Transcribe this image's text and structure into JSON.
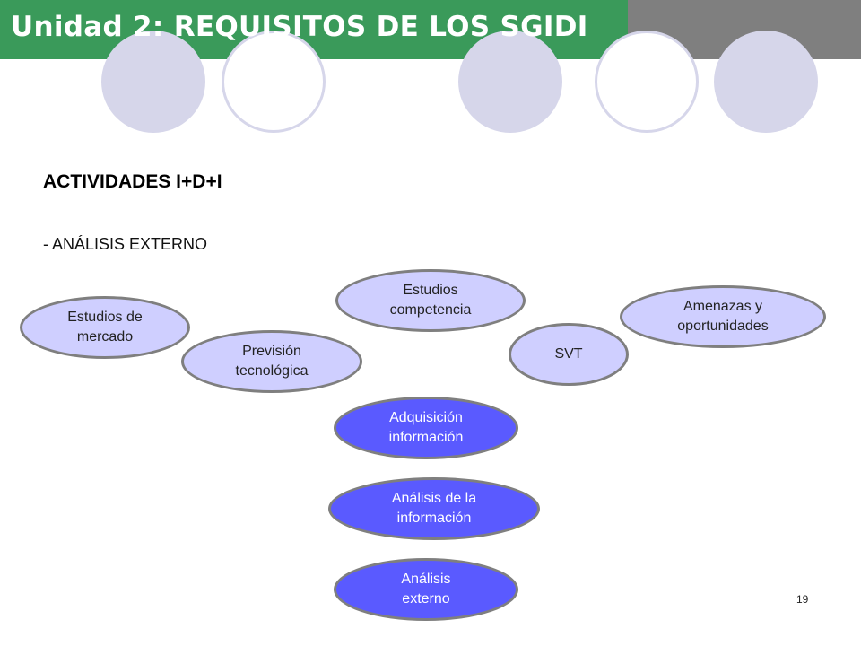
{
  "header": {
    "title": "Unidad 2: REQUISITOS DE LOS SGIDI",
    "title_bar_color": "#3a9a5a",
    "side_bar_color": "#7f7f7f"
  },
  "section": {
    "title": "ACTIVIDADES I+D+I",
    "subtitle": "- ANÁLISIS EXTERNO"
  },
  "nodes": {
    "estudios_mercado": "Estudios de\nmercado",
    "prevision_tecnologica": "Previsión\ntecnológica",
    "estudios_competencia": "Estudios\ncompetencia",
    "svt": "SVT",
    "amenazas_oportunidades": "Amenazas y\noportunidades",
    "adquisicion_informacion": "Adquisición\ninformación",
    "analisis_informacion": "Análisis de la\ninformación",
    "analisis_externo": "Análisis\nexterno"
  },
  "colors": {
    "node_light": "#cfcfff",
    "node_dark": "#5a5aff",
    "node_border": "#7f7f7f",
    "decoration": "#d6d6ea"
  },
  "page_number": "19"
}
